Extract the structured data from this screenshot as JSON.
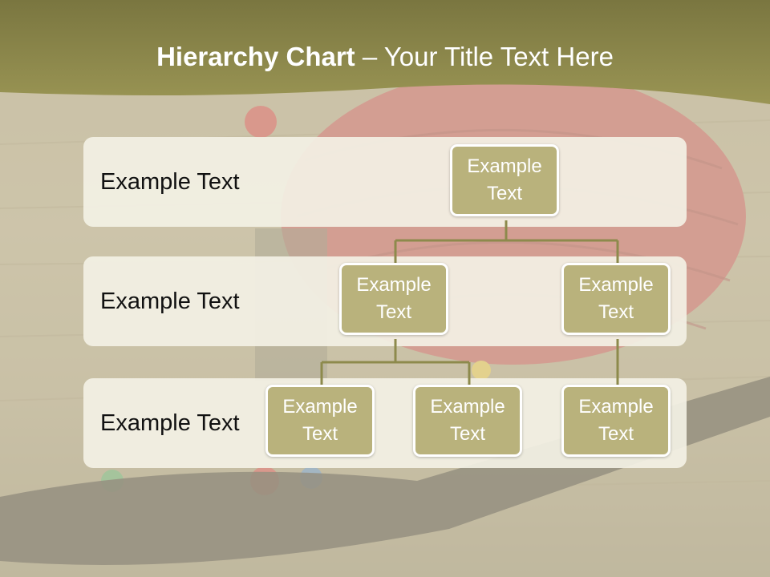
{
  "slide": {
    "title_bold": "Hierarchy Chart",
    "title_rest": " – Your Title Text Here"
  },
  "levels": [
    {
      "label": "Example Text"
    },
    {
      "label": "Example Text"
    },
    {
      "label": "Example Text"
    }
  ],
  "nodes": {
    "root": "Example Text",
    "mid_left": "Example Text",
    "mid_right": "Example Text",
    "leaf_1": "Example Text",
    "leaf_2": "Example Text",
    "leaf_3": "Example Text"
  },
  "colors": {
    "header": "#8d8a4c",
    "node_fill": "#b9b27c",
    "connector": "#8d8a4c"
  }
}
